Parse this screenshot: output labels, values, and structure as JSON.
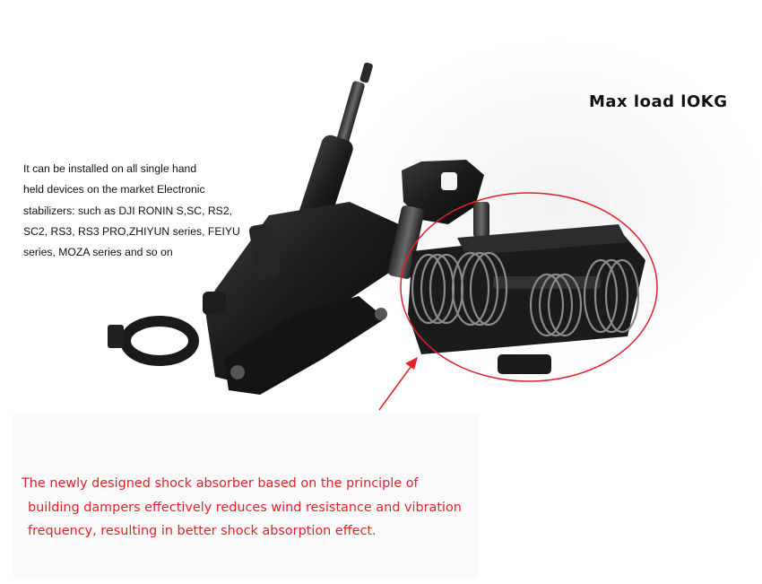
{
  "product_image": {
    "subject": "stabilizer-arm-with-spring-shock-absorber"
  },
  "callouts": {
    "max_load": "Max load lOKG",
    "compatibility_lines": [
      "It can be installed on all single hand",
      "held devices on the market Electronic",
      "stabilizers: such as DJI RONIN S,SC, RS2,",
      "SC2, RS3, RS3 PRO,ZHIYUN series, FEIYU",
      "series, MOZA series and so on"
    ],
    "feature_lines": [
      "The newly designed shock absorber based on the principle of",
      "building dampers effectively reduces wind resistance and vibration",
      "frequency, resulting in better shock absorption effect."
    ]
  },
  "colors": {
    "highlight": "#e4202a",
    "body_text": "#111111",
    "background": "#ffffff"
  }
}
